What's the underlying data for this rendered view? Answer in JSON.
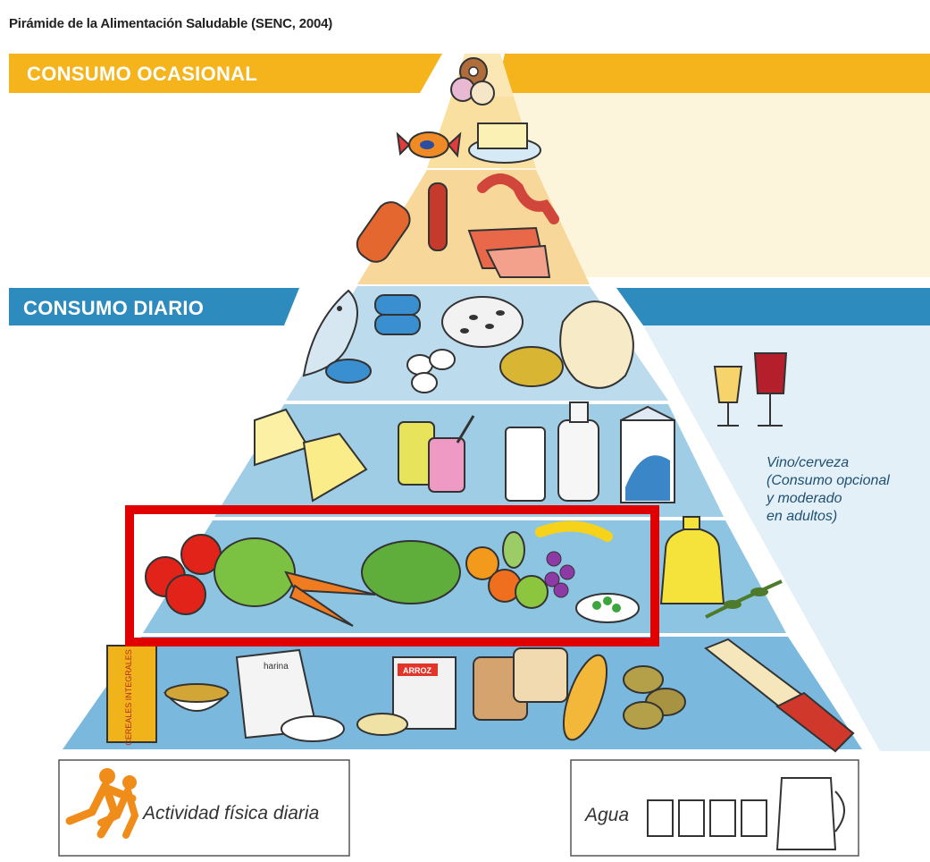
{
  "title": "Pirámide de la Alimentación Saludable (SENC, 2004)",
  "bands": {
    "occasional": "CONSUMO OCASIONAL",
    "daily": "CONSUMO DIARIO"
  },
  "wine_note": {
    "line1": "Vino/cerveza",
    "line2": "(Consumo opcional",
    "line3": "y moderado",
    "line4": "en adultos)"
  },
  "footer": {
    "activity": "Actividad física diaria",
    "water": "Agua"
  },
  "package_labels": {
    "cereal": "CEREALES INTEGRALES",
    "flour": "harina",
    "rice": "ARROZ"
  },
  "colors": {
    "occasional_band": "#f2b21b",
    "daily_band": "#2f8fc0",
    "highlight": "#e00000"
  },
  "highlight": {
    "target": "fruits-vegetables-tier"
  }
}
